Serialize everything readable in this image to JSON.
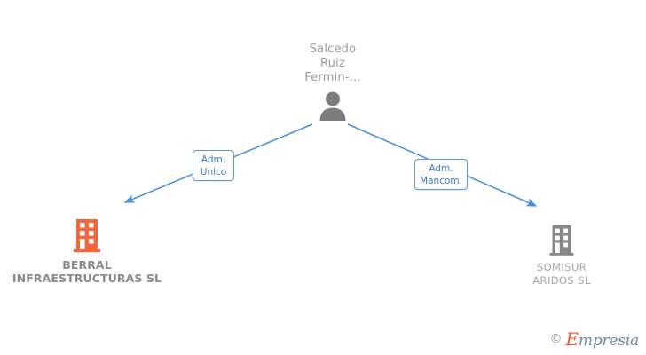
{
  "diagram": {
    "background": "#ffffff",
    "edge_color": "#4a8fdc",
    "nodes": {
      "person": {
        "name": "Salcedo\nRuiz\nFermin-...",
        "icon": "person-silhouette-icon",
        "color": "#808080"
      },
      "company_left": {
        "name": "BERRAL\nINFRAESTRUCTURAS SL",
        "icon": "building-icon",
        "color": "#f9653b",
        "emphasis": "primary"
      },
      "company_right": {
        "name": "SOMISUR\nARIDOS  SL",
        "icon": "building-icon",
        "color": "#808080",
        "emphasis": "secondary"
      }
    },
    "edges": [
      {
        "label": "Adm.\nUnico",
        "from": "person",
        "to": "company_left"
      },
      {
        "label": "Adm.\nMancom.",
        "from": "person",
        "to": "company_right"
      }
    ]
  },
  "watermark": {
    "copyright": "©",
    "brand_initial": "E",
    "brand_rest": "mpresia"
  }
}
